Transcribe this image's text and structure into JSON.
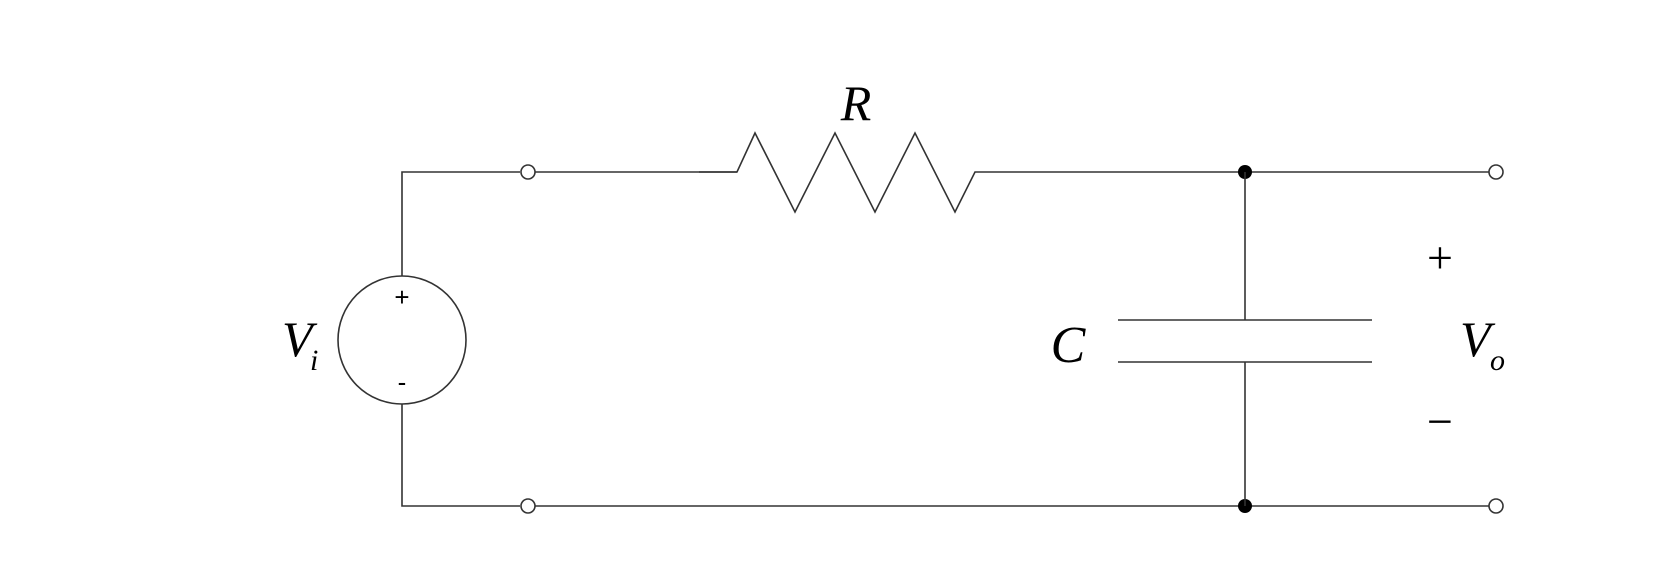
{
  "circuit": {
    "source": {
      "label_main": "V",
      "label_sub": "i",
      "plus_sign": "+",
      "minus_sign": "-"
    },
    "resistor": {
      "label": "R"
    },
    "capacitor": {
      "label": "C"
    },
    "output": {
      "label_main": "V",
      "label_sub": "o",
      "plus_sign": "+",
      "minus_sign": "−"
    }
  }
}
